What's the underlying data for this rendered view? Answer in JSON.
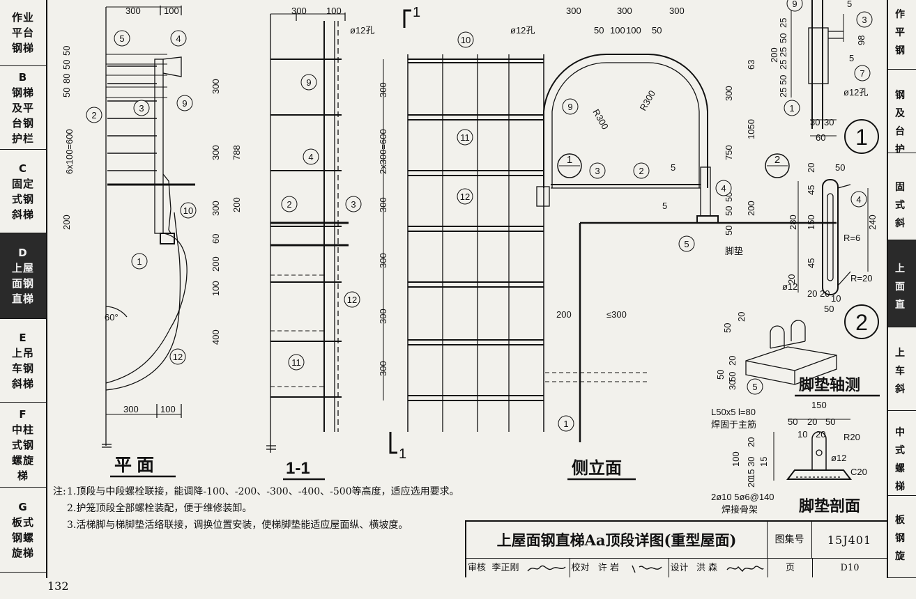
{
  "sidebar_left": [
    {
      "label": "作业\n平台\n钢梯",
      "active": false
    },
    {
      "label": "B\n钢梯\n及平\n台钢\n护栏",
      "active": false
    },
    {
      "label": "C\n固定\n式钢\n斜梯",
      "active": false
    },
    {
      "label": "D\n上屋\n面钢\n直梯",
      "active": true
    },
    {
      "label": "E\n上吊\n车钢\n斜梯",
      "active": false
    },
    {
      "label": "F\n中柱\n式钢\n螺旋\n梯",
      "active": false
    },
    {
      "label": "G\n板式\n钢螺\n旋梯",
      "active": false
    }
  ],
  "sidebar_right": [
    {
      "label": "作\n平\n钢",
      "active": false
    },
    {
      "label": "钢\n及\n台\n护",
      "active": false
    },
    {
      "label": "固\n式\n斜",
      "active": false
    },
    {
      "label": "上\n面\n直",
      "active": true
    },
    {
      "label": "上\n车\n斜",
      "active": false
    },
    {
      "label": "中\n式\n螺\n梯",
      "active": false
    },
    {
      "label": "板\n钢\n旋",
      "active": false
    }
  ],
  "views": {
    "plan": {
      "title": "平 面",
      "dims": [
        "300",
        "100",
        "50",
        "50",
        "80",
        "50",
        "6x100=600",
        "200",
        "60°",
        "300",
        "100"
      ],
      "callouts": [
        "5",
        "4",
        "2",
        "3",
        "9",
        "10",
        "1",
        "12"
      ]
    },
    "section": {
      "title": "1-1",
      "dims": [
        "300",
        "100",
        "ø12孔",
        "300",
        "300",
        "300",
        "60",
        "200",
        "100",
        "400",
        "788",
        "200"
      ],
      "callouts": [
        "9",
        "4",
        "2",
        "3",
        "12",
        "11"
      ]
    },
    "elevation": {
      "title": "侧立面",
      "section_mark": "1",
      "dims": [
        "300",
        "300",
        "300",
        "50",
        "100",
        "100",
        "50",
        "ø12孔",
        "R300",
        "R300",
        "63",
        "300",
        "1050",
        "750",
        "50",
        "50",
        "200",
        "50",
        "300",
        "2x300=600",
        "300",
        "300",
        "300",
        "300",
        "200",
        "≤300",
        "5",
        "5"
      ],
      "callouts": [
        "10",
        "9",
        "11",
        "12",
        "3",
        "2",
        "4",
        "5",
        "1"
      ],
      "detail_refs": [
        "1",
        "2"
      ],
      "pad_label": "脚垫"
    },
    "detail1": {
      "number": "1",
      "dims": [
        "25",
        "50",
        "25",
        "25",
        "50",
        "25",
        "200",
        "98",
        "5",
        "5",
        "ø12孔",
        "30",
        "30",
        "60"
      ],
      "callouts": [
        "9",
        "3",
        "7",
        "1"
      ]
    },
    "detail2": {
      "number": "2",
      "dims": [
        "20",
        "50",
        "45",
        "280",
        "150",
        "240",
        "R=6",
        "45",
        "20",
        "R=20",
        "ø12",
        "20",
        "20",
        "10",
        "50"
      ],
      "callouts": [
        "4"
      ]
    },
    "pad_iso": {
      "title": "脚垫轴测",
      "dims": [
        "50",
        "20",
        "50",
        "20",
        "50",
        "30"
      ],
      "callouts": [
        "5"
      ]
    },
    "pad_section": {
      "title": "脚垫剖面",
      "dims": [
        "150",
        "50",
        "20",
        "50",
        "10",
        "20",
        "R20",
        "100",
        "20",
        "30",
        "15",
        "15",
        "20",
        "ø12",
        "C20"
      ],
      "notes": [
        "L50x5 l=80",
        "焊固于主筋",
        "2ø10 5ø6@140",
        "焊接骨架"
      ]
    }
  },
  "notes": {
    "label": "注:",
    "items": [
      "1.顶段与中段螺栓联接，能调降-100、-200、-300、-400、-500等高度，适应选用要求。",
      "2.护笼顶段全部螺栓装配，便于维修装卸。",
      "3.活梯脚与梯脚垫活络联接，调换位置安装，使梯脚垫能适应屋面纵、横坡度。"
    ]
  },
  "title_block": {
    "title": "上屋面钢直梯Aa顶段详图(重型屋面)",
    "atlas_label": "图集号",
    "atlas_number": "15J401",
    "review_label": "审核",
    "reviewer": "李正刚",
    "check_label": "校对",
    "checker": "许 岩",
    "design_label": "设计",
    "designer": "洪 森",
    "page_label": "页",
    "page_code": "D10"
  },
  "page_number": "132"
}
